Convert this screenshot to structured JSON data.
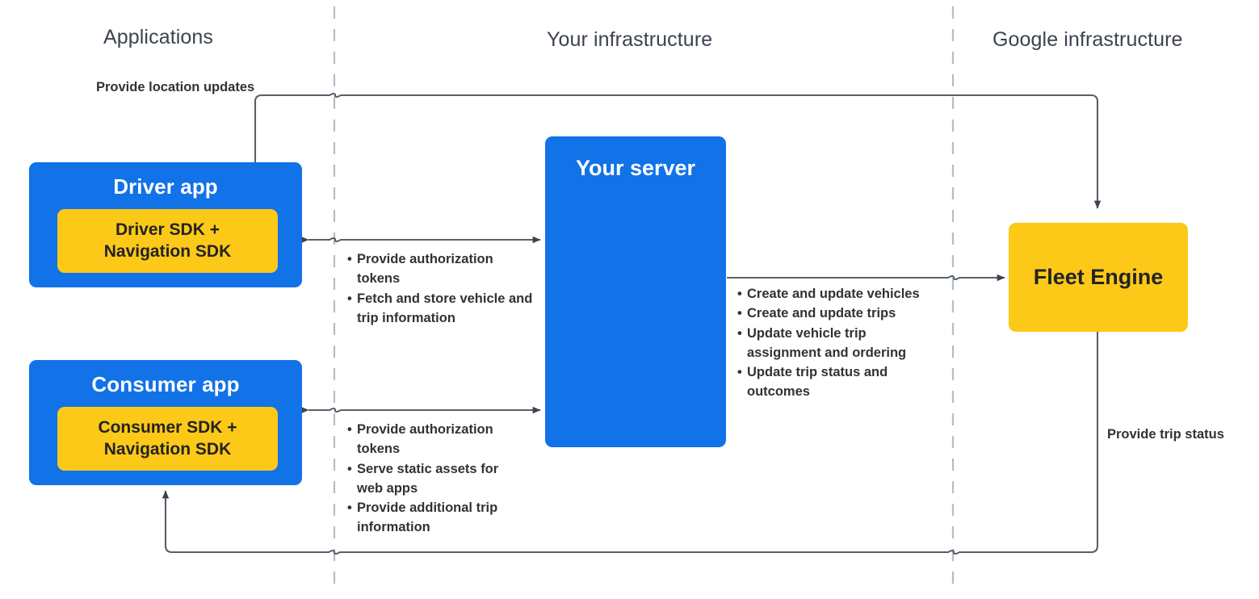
{
  "lanes": [
    {
      "id": "applications",
      "title": "Applications"
    },
    {
      "id": "your-infrastructure",
      "title": "Your infrastructure"
    },
    {
      "id": "google-infrastructure",
      "title": "Google infrastructure"
    }
  ],
  "nodes": {
    "driver_app": {
      "title": "Driver app",
      "sdk": "Driver SDK +\nNavigation SDK",
      "sdk_line1": "Driver SDK +",
      "sdk_line2": "Navigation SDK"
    },
    "consumer_app": {
      "title": "Consumer app",
      "sdk_line1": "Consumer SDK +",
      "sdk_line2": "Navigation SDK"
    },
    "your_server": {
      "title": "Your server"
    },
    "fleet_engine": {
      "title": "Fleet Engine"
    }
  },
  "edges": {
    "location_updates": {
      "label": "Provide location updates"
    },
    "trip_status": {
      "label": "Provide trip status"
    },
    "driver_server": {
      "bullets": [
        "Provide authorization tokens",
        "Fetch and store vehicle and trip information"
      ]
    },
    "consumer_server": {
      "bullets": [
        "Provide authorization tokens",
        "Serve static assets for web apps",
        "Provide additional trip information"
      ]
    },
    "server_fleet": {
      "bullets": [
        "Create and update vehicles",
        "Create and update trips",
        "Update vehicle trip assignment and ordering",
        "Update trip status and outcomes"
      ]
    }
  },
  "colors": {
    "blue": "#1272e7",
    "yellow": "#fcc918",
    "line": "#56606b",
    "divider": "#b5bcc4",
    "title_text": "#3c4250",
    "note_text": "#2f3336"
  }
}
